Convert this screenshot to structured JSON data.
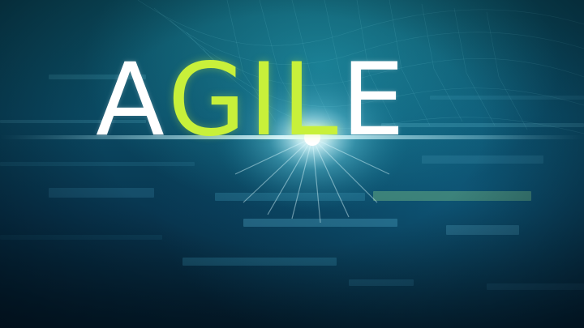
{
  "title": {
    "letters": [
      {
        "char": "A",
        "color": "#ffffff"
      },
      {
        "char": "G",
        "color": "#c8f03a"
      },
      {
        "char": "I",
        "color": "#c8f03a"
      },
      {
        "char": "L",
        "color": "#c8f03a"
      },
      {
        "char": "E",
        "color": "#ffffff"
      }
    ]
  },
  "colors": {
    "background_deep": "#041d2c",
    "background_teal": "#0b4d5e",
    "accent_lime": "#c8f03a",
    "light_burst": "#bff6ff"
  }
}
